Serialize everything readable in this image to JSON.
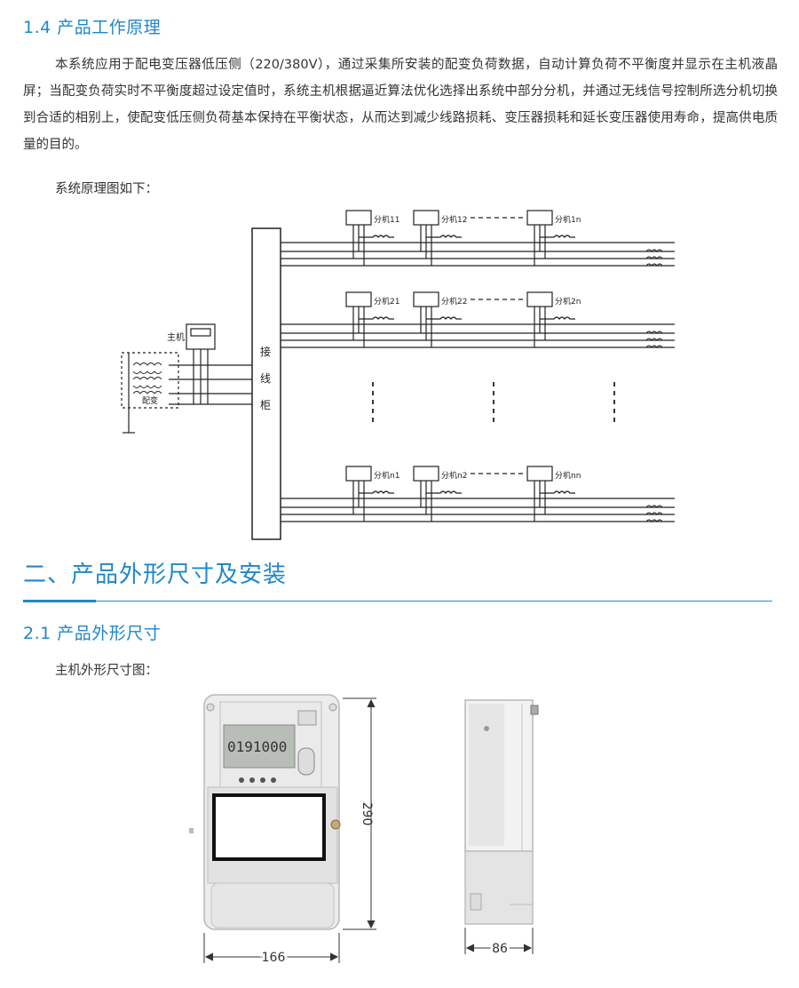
{
  "section14": {
    "heading": "1.4 产品工作原理",
    "paragraph": "本系统应用于配电变压器低压侧（220/380V），通过采集所安装的配变负荷数据，自动计算负荷不平衡度并显示在主机液晶屏；当配变负荷实时不平衡度超过设定值时，系统主机根据逼近算法优化选择出系统中部分分机，并通过无线信号控制所选分机切换到合适的相别上，使配变低压侧负荷基本保持在平衡状态，从而达到减少线路损耗、变压器损耗和延长变压器使用寿命，提高供电质量的目的。",
    "diagram_intro": "系统原理图如下："
  },
  "diagram": {
    "host_label": "主机",
    "transformer_label": "配变",
    "cabinet_chars": [
      "接",
      "线",
      "柜"
    ],
    "rows": [
      [
        "分机11",
        "分机12",
        "分机1n"
      ],
      [
        "分机21",
        "分机22",
        "分机2n"
      ],
      [
        "分机n1",
        "分机n2",
        "分机nn"
      ]
    ]
  },
  "section2": {
    "heading": "二、产品外形尺寸及安装"
  },
  "section21": {
    "heading": "2.1 产品外形尺寸",
    "intro": "主机外形尺寸图："
  },
  "device": {
    "lcd_text": "0191000",
    "dim_width": "166",
    "dim_height": "290",
    "dim_depth": "86"
  },
  "colors": {
    "accent": "#1f87c9",
    "text": "#333333"
  }
}
